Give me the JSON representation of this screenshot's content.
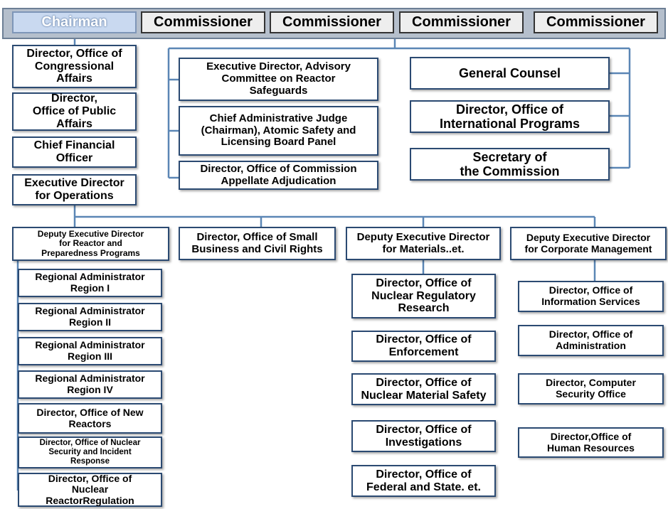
{
  "top": {
    "chairman": "Chairman",
    "commissioners": [
      "Commissioner",
      "Commissioner",
      "Commissioner",
      "Commissioner"
    ]
  },
  "left_column": [
    "Director, Office of\nCongressional\nAffairs",
    "Director,\nOffice of Public\nAffairs",
    "Chief Financial\nOfficer",
    "Executive Director\nfor Operations"
  ],
  "commission_left": [
    "Executive Director, Advisory\nCommittee on Reactor\nSafeguards",
    "Chief Administrative Judge\n(Chairman), Atomic Safety and\nLicensing Board Panel",
    "Director, Office of Commission\nAppellate Adjudication"
  ],
  "commission_right": [
    "General Counsel",
    "Director, Office of\nInternational Programs",
    "Secretary of\nthe Commission"
  ],
  "deputies": [
    "Deputy Executive Director\nfor Reactor and\nPreparedness Programs",
    "Director, Office of Small\nBusiness and Civil Rights",
    "Deputy Executive Director\nfor Materials..et.",
    "Deputy Executive Director\nfor Corporate Management"
  ],
  "reactor_offices": [
    "Regional Administrator\nRegion I",
    "Regional Administrator\nRegion II",
    "Regional Administrator\nRegion III",
    "Regional Administrator\nRegion IV",
    "Director, Office of New\nReactors",
    "Director, Office of Nuclear\nSecurity and Incident\nResponse",
    "Director, Office of\nNuclear\nReactorRegulation"
  ],
  "materials_offices": [
    "Director, Office of\nNuclear Regulatory\nResearch",
    "Director, Office of\nEnforcement",
    "Director, Office of\nNuclear Material Safety",
    "Director, Office of\nInvestigations",
    "Director, Office of\nFederal and State. et."
  ],
  "corporate_offices": [
    "Director, Office of\nInformation Services",
    "Director, Office of\nAdministration",
    "Director, Computer\nSecurity Office",
    "Director,Office of\nHuman Resources"
  ]
}
